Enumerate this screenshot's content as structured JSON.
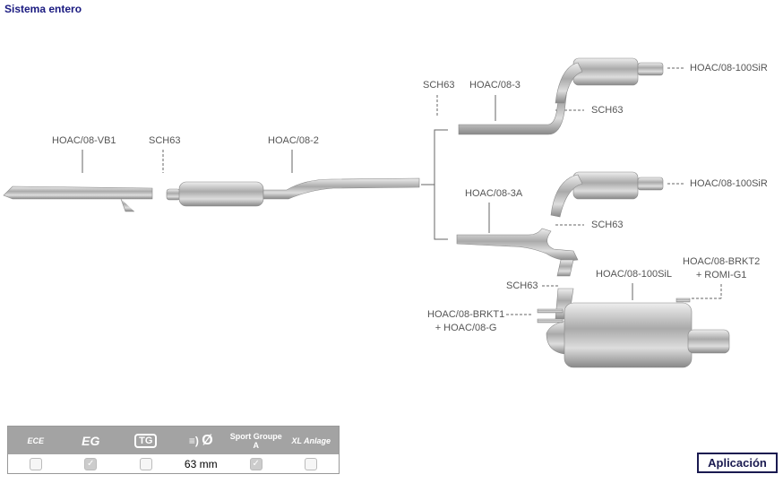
{
  "title": "Sistema entero",
  "labels": {
    "vb1": "HOAC/08-VB1",
    "sch63_a": "SCH63",
    "p2": "HOAC/08-2",
    "sch63_b": "SCH63",
    "p3": "HOAC/08-3",
    "sir1": "HOAC/08-100SiR",
    "sch63_c": "SCH63",
    "sir2": "HOAC/08-100SiR",
    "p3a": "HOAC/08-3A",
    "sch63_d": "SCH63",
    "sil": "HOAC/08-100SiL",
    "brkt2_1": "HOAC/08-BRKT2",
    "brkt2_2": "+ ROMI-G1",
    "sch63_e": "SCH63",
    "brkt1_1": "HOAC/08-BRKT1",
    "brkt1_2": "+ HOAC/08-G"
  },
  "approvals": {
    "headers": [
      "ECE",
      "EG",
      "TG",
      "Ø",
      "Sport Groupe A",
      "XL Anlage"
    ],
    "values": [
      false,
      true,
      false,
      "63 mm",
      true,
      false
    ]
  },
  "button": "Aplicación"
}
